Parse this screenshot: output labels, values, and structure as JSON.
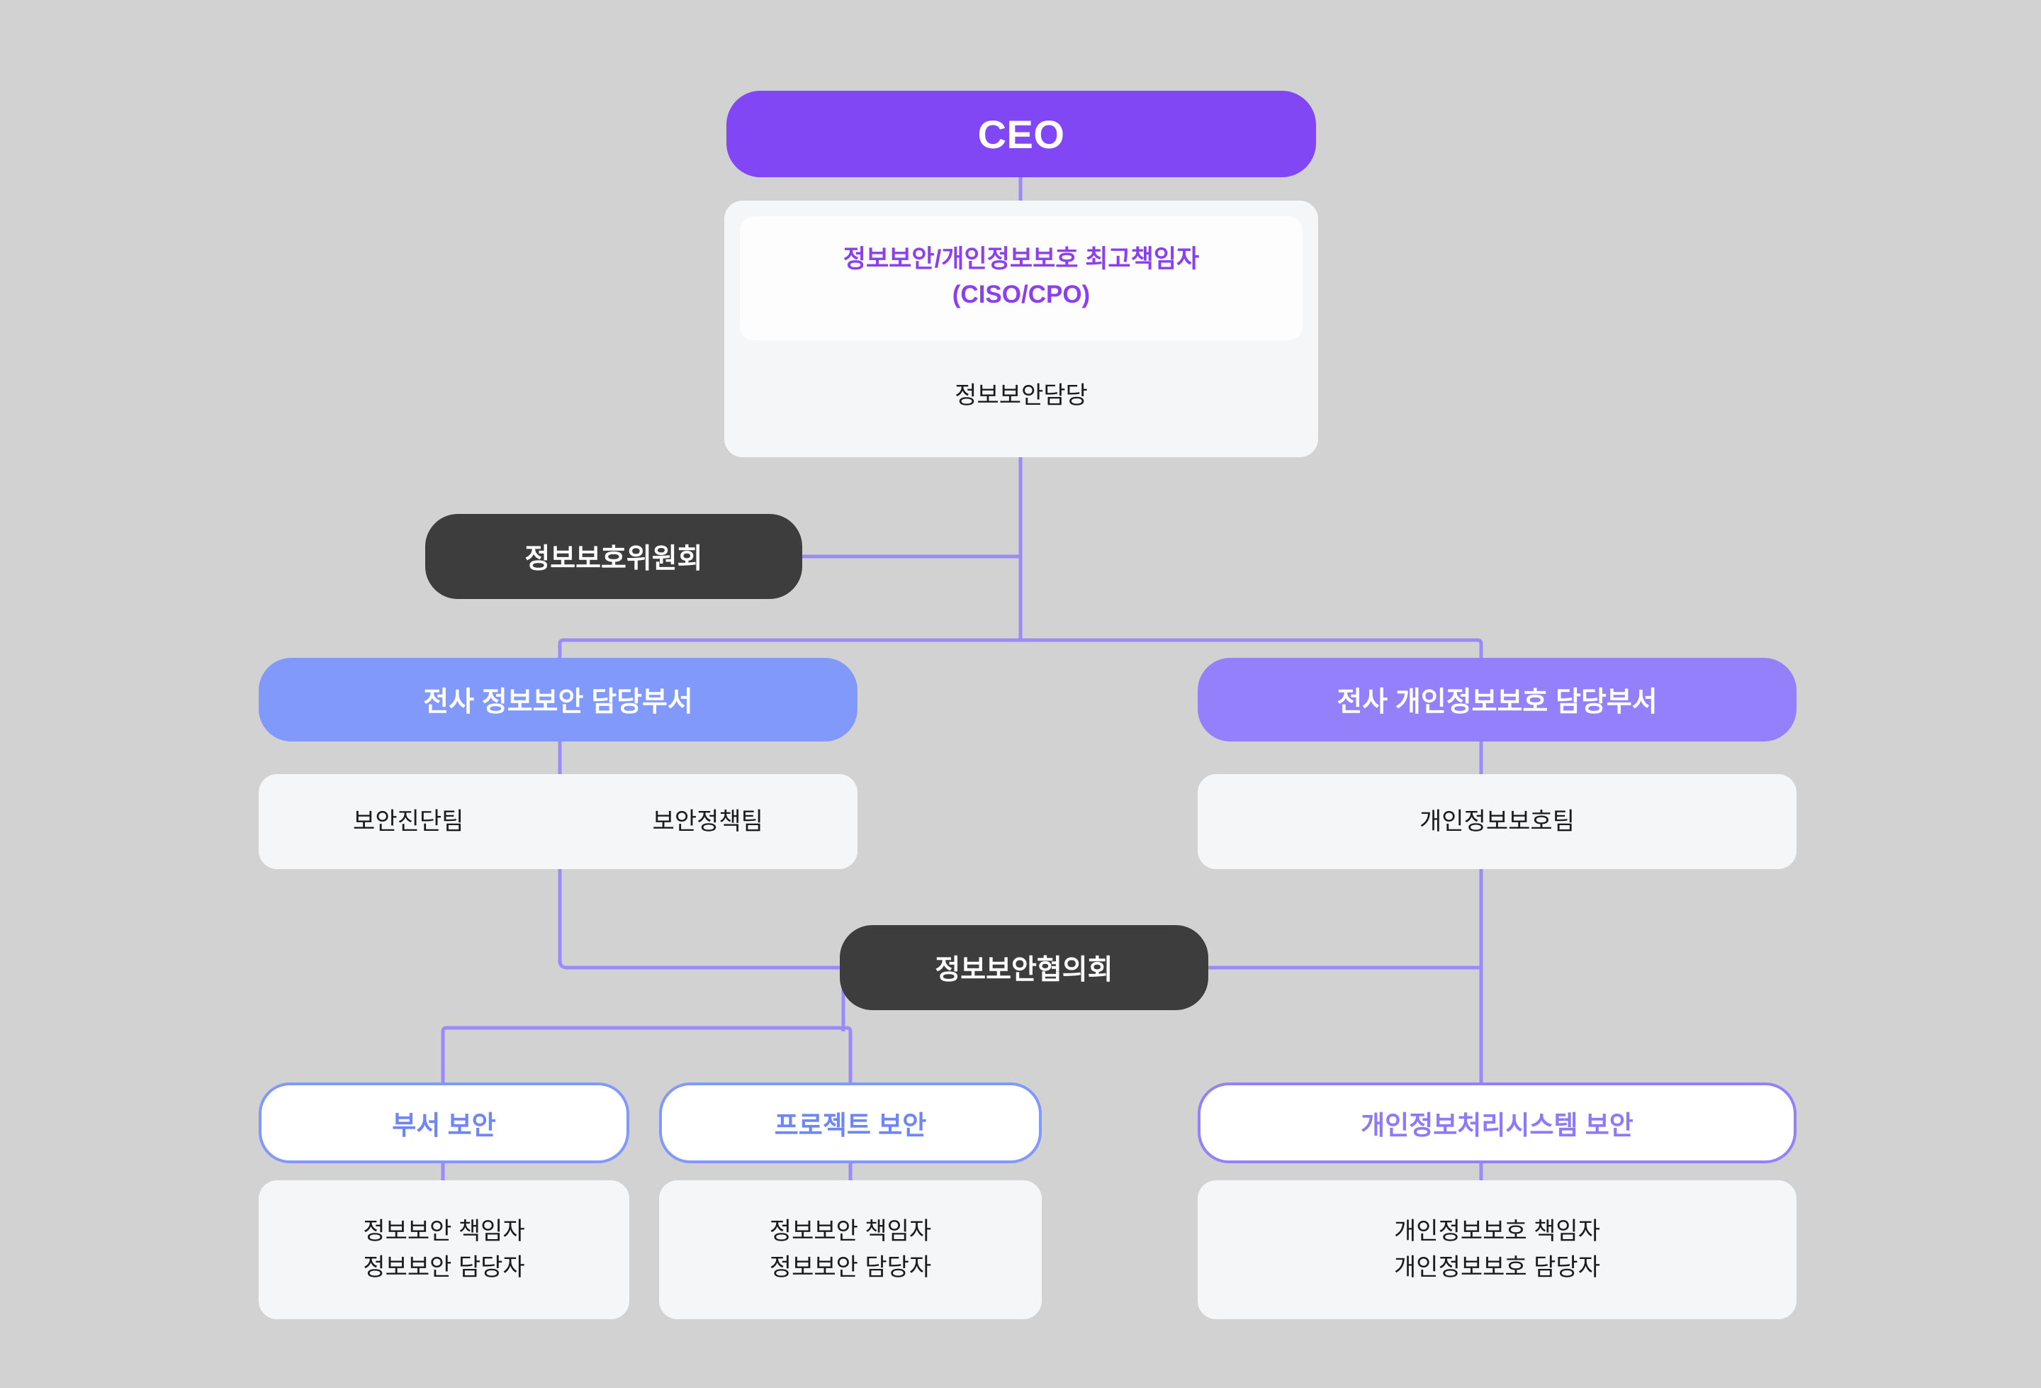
{
  "diagram": {
    "title": "Information Security / Privacy Protection Organization Chart",
    "background_color": "#d2d2d2",
    "connector_color": "#9b8bfa"
  },
  "nodes": {
    "ceo": {
      "label": "CEO",
      "style": "filled-pill",
      "color": "#8247f5",
      "text_color": "#ffffff"
    },
    "ciso": {
      "title": "정보보안/개인정보보호 최고책임자\n(CISO/CPO)",
      "title_line1": "정보보안/개인정보보호 최고책임자",
      "title_line2": "(CISO/CPO)",
      "subtitle": "정보보안담당",
      "title_color": "#8b3ff0",
      "card_color": "#f5f6f8",
      "inner_color": "#fdfdfe"
    },
    "committee": {
      "label": "정보보호위원회",
      "style": "dark-pill",
      "color": "#3d3d3d",
      "text_color": "#ffffff"
    },
    "council": {
      "label": "정보보안협의회",
      "style": "dark-pill",
      "color": "#3d3d3d",
      "text_color": "#ffffff"
    },
    "dept_security": {
      "label": "전사 정보보안 담당부서",
      "color": "#8099fa",
      "text_color": "#ffffff",
      "teams": [
        "보안진단팀",
        "보안정책팀"
      ]
    },
    "dept_privacy": {
      "label": "전사 개인정보보호 담당부서",
      "color": "#9580fb",
      "text_color": "#ffffff",
      "teams": [
        "개인정보보호팀"
      ]
    },
    "leaf_dept_security": {
      "label": "부서 보안",
      "border_color": "#8099fa",
      "text_color": "#6f86f7",
      "roles": [
        "정보보안 책임자",
        "정보보안 담당자"
      ]
    },
    "leaf_project_security": {
      "label": "프로젝트 보안",
      "border_color": "#8099fa",
      "text_color": "#6f86f7",
      "roles": [
        "정보보안 책임자",
        "정보보안 담당자"
      ]
    },
    "leaf_pii_system_security": {
      "label": "개인정보처리시스템 보안",
      "border_color": "#9580fb",
      "text_color": "#8f79fa",
      "roles": [
        "개인정보보호 책임자",
        "개인정보보호 담당자"
      ]
    }
  }
}
